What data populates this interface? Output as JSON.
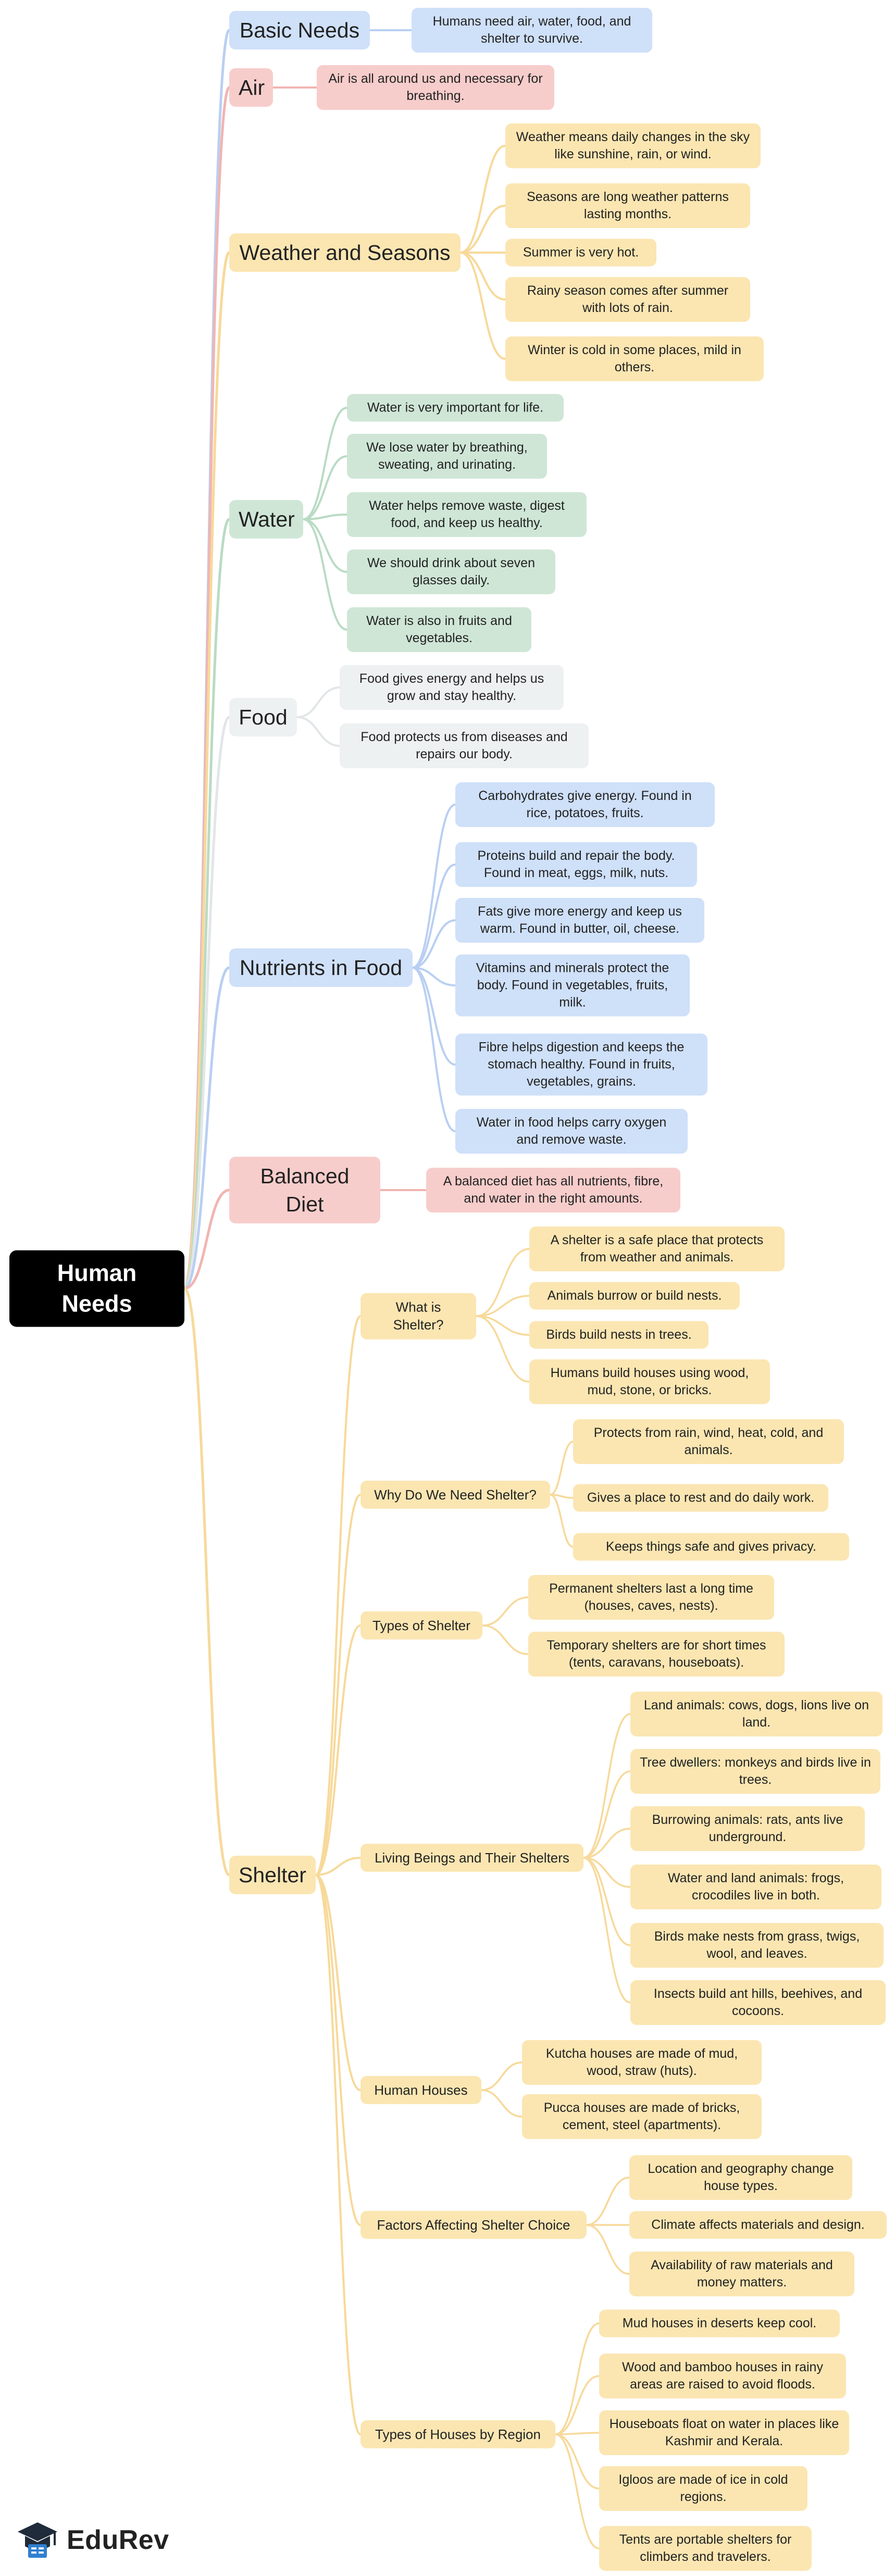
{
  "root": "Human Needs",
  "colors": {
    "blue": {
      "bg": "#cfe0f9",
      "line": "#b9cff2"
    },
    "red": {
      "bg": "#f7cdcb",
      "line": "#f1b5b2"
    },
    "yellow": {
      "bg": "#fbe6b2",
      "line": "#f7d99a"
    },
    "green": {
      "bg": "#cfe6d6",
      "line": "#b9dbc3"
    },
    "gray": {
      "bg": "#eef1f2",
      "line": "#e2e6e8"
    }
  },
  "branches": [
    {
      "label": "Basic Needs",
      "color": "blue",
      "children": [
        {
          "label": "Humans need air, water, food, and shelter to survive."
        }
      ]
    },
    {
      "label": "Air",
      "color": "red",
      "children": [
        {
          "label": "Air is all around us and necessary for breathing."
        }
      ]
    },
    {
      "label": "Weather and Seasons",
      "color": "yellow",
      "children": [
        {
          "label": "Weather means daily changes in the sky like sunshine, rain, or wind."
        },
        {
          "label": "Seasons are long weather patterns lasting months."
        },
        {
          "label": "Summer is very hot."
        },
        {
          "label": "Rainy season comes after summer with lots of rain."
        },
        {
          "label": "Winter is cold in some places, mild in others."
        }
      ]
    },
    {
      "label": "Water",
      "color": "green",
      "children": [
        {
          "label": "Water is very important for life."
        },
        {
          "label": "We lose water by breathing, sweating, and urinating."
        },
        {
          "label": "Water helps remove waste, digest food, and keep us healthy."
        },
        {
          "label": "We should drink about seven glasses daily."
        },
        {
          "label": "Water is also in fruits and vegetables."
        }
      ]
    },
    {
      "label": "Food",
      "color": "gray",
      "children": [
        {
          "label": "Food gives energy and helps us grow and stay healthy."
        },
        {
          "label": "Food protects us from diseases and repairs our body."
        }
      ]
    },
    {
      "label": "Nutrients in Food",
      "color": "blue",
      "children": [
        {
          "label": "Carbohydrates give energy. Found in rice, potatoes, fruits."
        },
        {
          "label": "Proteins build and repair the body. Found in meat, eggs, milk, nuts."
        },
        {
          "label": "Fats give more energy and keep us warm. Found in butter, oil, cheese."
        },
        {
          "label": "Vitamins and minerals protect the body. Found in vegetables, fruits, milk."
        },
        {
          "label": "Fibre helps digestion and keeps the stomach healthy. Found in fruits, vegetables, grains."
        },
        {
          "label": "Water in food helps carry oxygen and remove waste."
        }
      ]
    },
    {
      "label": "Balanced Diet",
      "color": "red",
      "children": [
        {
          "label": "A balanced diet has all nutrients, fibre, and water in the right amounts."
        }
      ]
    },
    {
      "label": "Shelter",
      "color": "yellow",
      "children": [
        {
          "label": "What is Shelter?",
          "children": [
            {
              "label": "A shelter is a safe place that protects from weather and animals."
            },
            {
              "label": "Animals burrow or build nests."
            },
            {
              "label": "Birds build nests in trees."
            },
            {
              "label": "Humans build houses using wood, mud, stone, or bricks."
            }
          ]
        },
        {
          "label": "Why Do We Need Shelter?",
          "children": [
            {
              "label": "Protects from rain, wind, heat, cold, and animals."
            },
            {
              "label": "Gives a place to rest and do daily work."
            },
            {
              "label": "Keeps things safe and gives privacy."
            }
          ]
        },
        {
          "label": "Types of Shelter",
          "children": [
            {
              "label": "Permanent shelters last a long time (houses, caves, nests)."
            },
            {
              "label": "Temporary shelters are for short times (tents, caravans, houseboats)."
            }
          ]
        },
        {
          "label": "Living Beings and Their Shelters",
          "children": [
            {
              "label": "Land animals: cows, dogs, lions live on land."
            },
            {
              "label": "Tree dwellers: monkeys and birds live in trees."
            },
            {
              "label": "Burrowing animals: rats, ants live underground."
            },
            {
              "label": "Water and land animals: frogs, crocodiles live in both."
            },
            {
              "label": "Birds make nests from grass, twigs, wool, and leaves."
            },
            {
              "label": "Insects build ant hills, beehives, and cocoons."
            }
          ]
        },
        {
          "label": "Human Houses",
          "children": [
            {
              "label": "Kutcha houses are made of mud, wood, straw (huts)."
            },
            {
              "label": "Pucca houses are made of bricks, cement, steel (apartments)."
            }
          ]
        },
        {
          "label": "Factors Affecting Shelter Choice",
          "children": [
            {
              "label": "Location and geography change house types."
            },
            {
              "label": "Climate affects materials and design."
            },
            {
              "label": "Availability of raw materials and money matters."
            }
          ]
        },
        {
          "label": "Types of Houses by Region",
          "children": [
            {
              "label": "Mud houses in deserts keep cool."
            },
            {
              "label": "Wood and bamboo houses in rainy areas are raised to avoid floods."
            },
            {
              "label": "Houseboats float on water in places like Kashmir and Kerala."
            },
            {
              "label": "Igloos are made of ice in cold regions."
            },
            {
              "label": "Tents are portable shelters for climbers and travelers."
            }
          ]
        }
      ]
    }
  ],
  "logo": {
    "text": "EduRev",
    "icon": "graduation-cap-icon"
  }
}
